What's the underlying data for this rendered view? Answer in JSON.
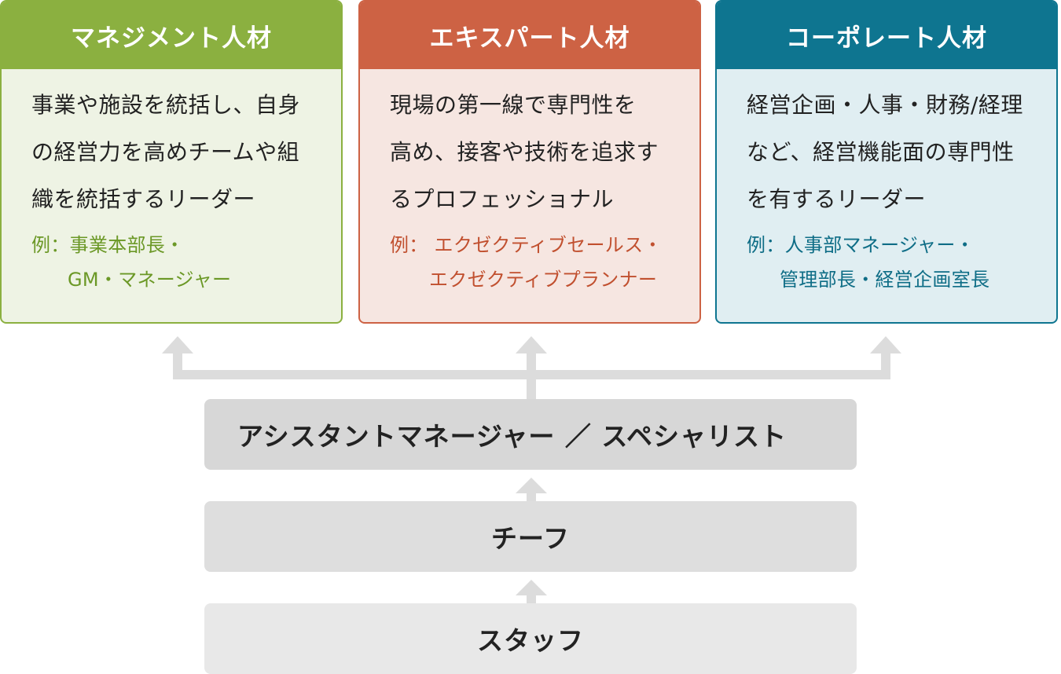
{
  "cards": [
    {
      "title": "マネジメント人材",
      "description": "事業や施設を統括し、自身の経営力を高めチームや組織を統括するリーダー",
      "desc_lines": [
        "事業や施設を統括し、自身",
        "の経営力を高めチームや組",
        "織を統括するリーダー"
      ],
      "example_lines": [
        "例：事業本部長・",
        "GM・マネージャー"
      ],
      "color": "#8bb040"
    },
    {
      "title": "エキスパート人材",
      "description": "現場の第一線で専門性を高め、接客や技術を追求するプロフェッショナル",
      "desc_lines": [
        "現場の第一線で専門性を",
        "高め、接客や技術を追求す",
        "るプロフェッショナル"
      ],
      "example_lines": [
        "例： エクゼクティブセールス・",
        "エクゼクティブプランナー"
      ],
      "color": "#cd6244"
    },
    {
      "title": "コーポレート人材",
      "description": "経営企画・人事・財務/経理など、経営機能面の専門性を有するリーダー",
      "desc_lines": [
        "経営企画・人事・財務/経理",
        "など、経営機能面の専門性",
        "を有するリーダー"
      ],
      "example_lines": [
        "例：人事部マネージャー・",
        "管理部長・経営企画室長"
      ],
      "color": "#0e7590"
    }
  ],
  "levels": [
    {
      "label": "アシスタントマネージャー ／ スペシャリスト"
    },
    {
      "label": "チーフ"
    },
    {
      "label": "スタッフ"
    }
  ],
  "colors": {
    "arrow": "#dcdcdc"
  }
}
